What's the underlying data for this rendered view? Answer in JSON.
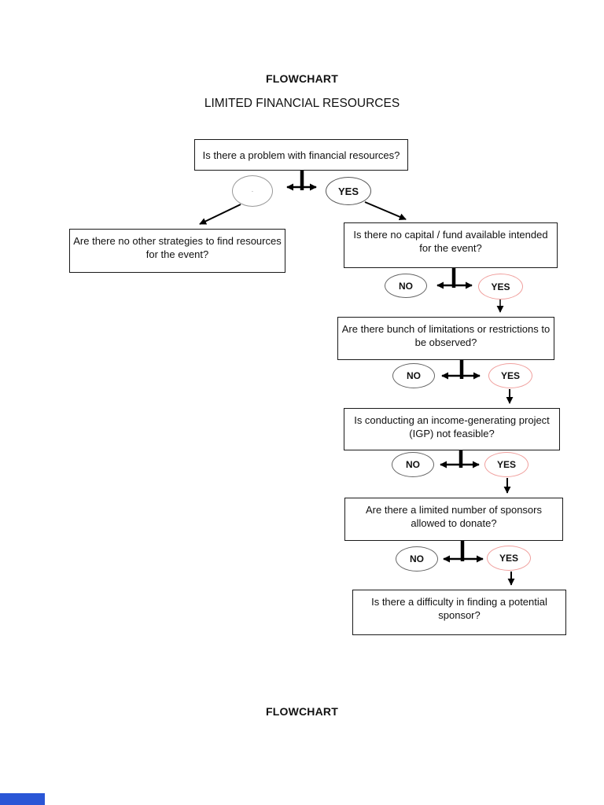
{
  "document": {
    "heading": "FLOWCHART",
    "subheading": "LIMITED FINANCIAL RESOURCES",
    "footer_heading": "FLOWCHART"
  },
  "flowchart": {
    "decision_labels": {
      "yes": "YES",
      "no": "NO",
      "unlabeled_mark": "·"
    },
    "nodes": {
      "q1": "Is there a problem with financial resources?",
      "q2": "Are there no other strategies to find resources for the event?",
      "q3": "Is there no capital / fund available intended for the event?",
      "q4": "Are there bunch of limitations or restrictions to be observed?",
      "q5": "Is conducting an income-generating project (IGP) not feasible?",
      "q6": "Are there a limited number of sponsors allowed to donate?",
      "q7": "Is there a difficulty in finding a potential sponsor?"
    },
    "colors": {
      "yes_ellipse_border": "#f0a09e",
      "no_ellipse_border": "#666666",
      "line_color": "#000000"
    }
  },
  "viewer": {
    "bottom_left_marker_color": "#2a56d6"
  }
}
